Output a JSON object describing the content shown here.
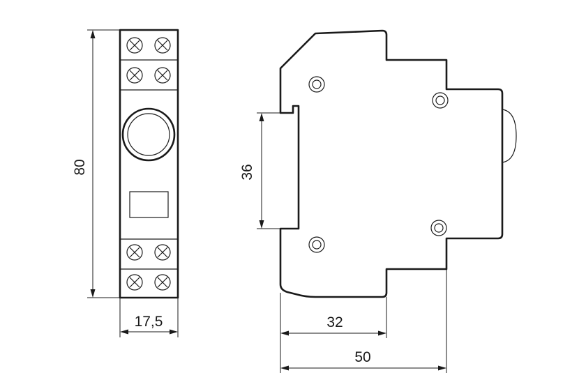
{
  "dimensions": {
    "front_height": "80",
    "front_width": "17,5",
    "side_rail_height": "36",
    "side_depth_inner": "32",
    "side_depth_total": "50"
  },
  "colors": {
    "line": "#1a1a1a",
    "background": "#ffffff"
  }
}
